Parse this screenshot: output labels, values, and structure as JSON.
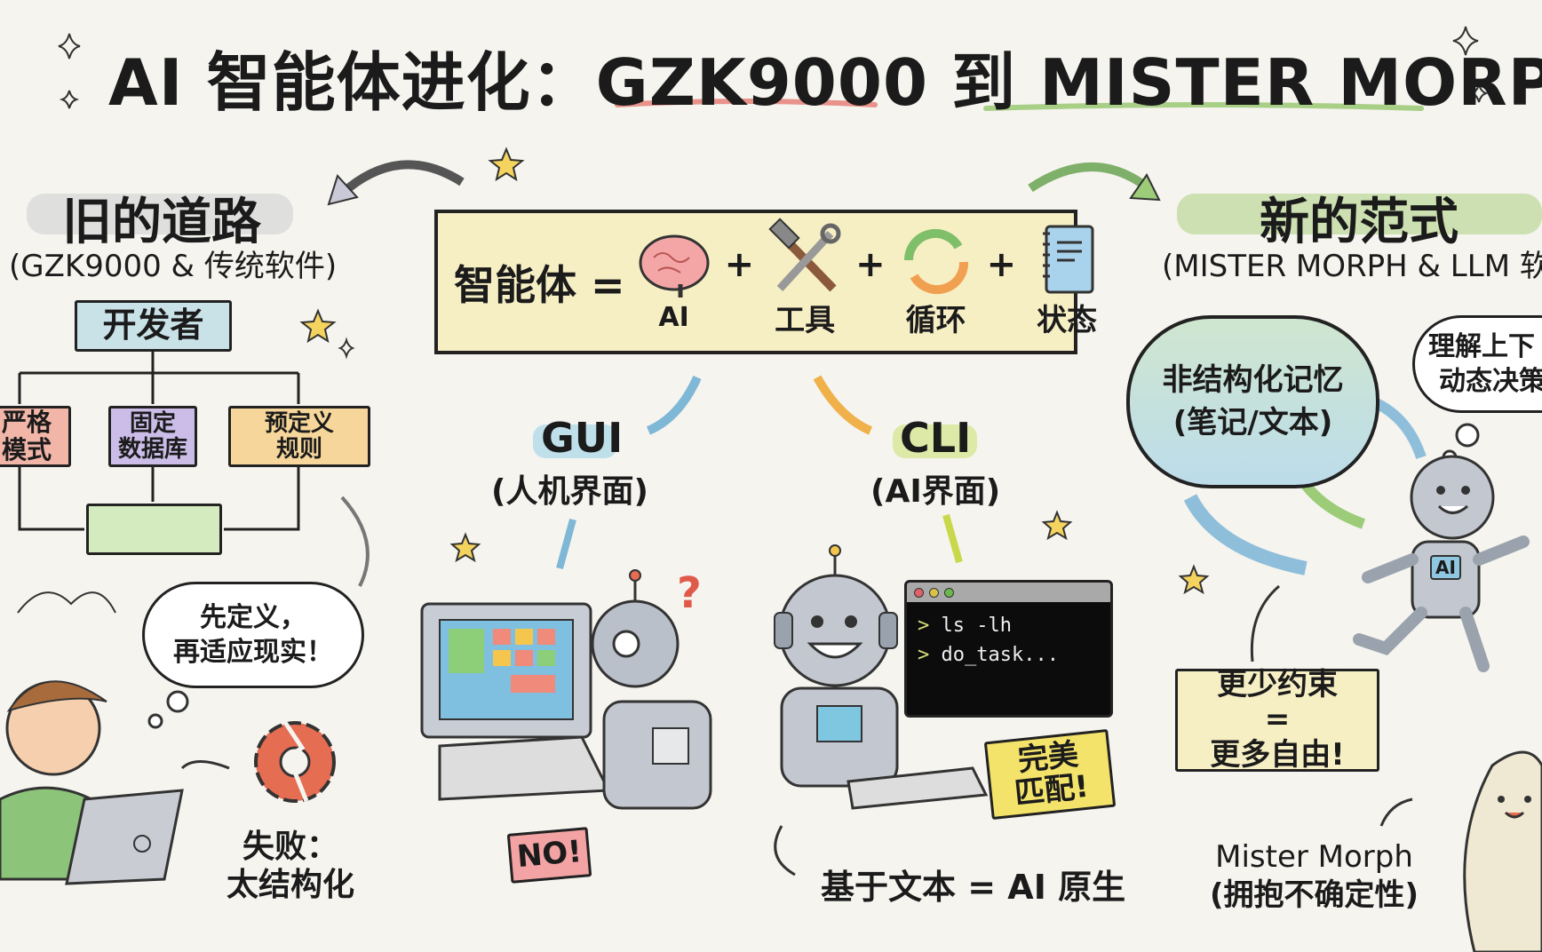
{
  "title": {
    "prefix": "AI 智能体进化：",
    "from": "GZK9000",
    "mid": " 到 ",
    "to": "MISTER MORPH"
  },
  "old_way": {
    "heading": "旧的道路",
    "subtitle": "(GZK9000 & 传统软件)",
    "developer": "开发者",
    "boxes": [
      {
        "line1": "严格",
        "line2": "模式"
      },
      {
        "line1": "固定",
        "line2": "数据库"
      },
      {
        "line1": "预定义",
        "line2": "规则"
      }
    ],
    "speech": {
      "line1": "先定义，",
      "line2": "再适应现实！"
    },
    "failure": {
      "line1": "失败：",
      "line2": "太结构化"
    }
  },
  "formula": {
    "lhs": "智能体 =",
    "terms": [
      {
        "icon": "brain-icon",
        "label": "AI"
      },
      {
        "icon": "tools-icon",
        "label": "工具"
      },
      {
        "icon": "cycle-icon",
        "label": "循环"
      },
      {
        "icon": "notebook-icon",
        "label": "状态"
      }
    ],
    "plus": "+"
  },
  "gui": {
    "label": "GUI",
    "sub": "(人机界面)",
    "stamp": "NO!",
    "question": "?"
  },
  "cli": {
    "label": "CLI",
    "sub": "(AI界面)",
    "terminal": [
      {
        "prompt": ">",
        "cmd": "ls -lh"
      },
      {
        "prompt": ">",
        "cmd": "do_task..."
      }
    ],
    "stamp": {
      "line1": "完美",
      "line2": "匹配!"
    },
    "note": "基于文本 = AI 原生"
  },
  "new_way": {
    "heading": "新的范式",
    "subtitle": "(MISTER MORPH & LLM 软件",
    "memory_cloud": {
      "line1": "非结构化记忆",
      "line2": "(笔记/文本)"
    },
    "thought_cloud": {
      "line1": "理解上下",
      "line2": "动态决策"
    },
    "robot_badge": "AI",
    "freedom": {
      "line1": "更少约束",
      "line2": "=",
      "line3": "更多自由!"
    },
    "morph": {
      "line1": "Mister Morph",
      "line2": "(拥抱不确定性)"
    }
  },
  "colors": {
    "old_highlight": "#d9d9d9",
    "new_highlight": "#c8deaa",
    "formula_bg": "#f7efc4",
    "developer_bg": "#c9e2e8",
    "strict_bg": "#f2b6a8",
    "db_bg": "#cbbde8",
    "rules_bg": "#f6d69a",
    "terminal_bg": "#0c0c0c"
  }
}
